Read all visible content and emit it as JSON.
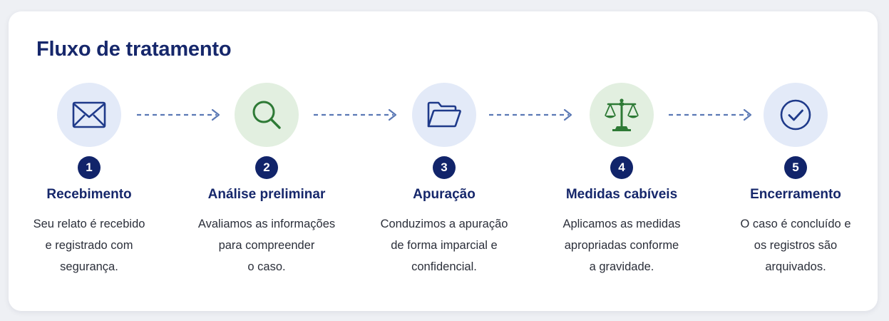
{
  "title": "Fluxo de tratamento",
  "steps": [
    {
      "number": "1",
      "title": "Recebimento",
      "icon": "envelope-icon",
      "lines": [
        "Seu relato é recebido",
        "e registrado com",
        "segurança."
      ]
    },
    {
      "number": "2",
      "title": "Análise preliminar",
      "icon": "magnifier-icon",
      "lines": [
        "Avaliamos as informações",
        "para compreender",
        "o caso."
      ]
    },
    {
      "number": "3",
      "title": "Apuração",
      "icon": "folder-icon",
      "lines": [
        "Conduzimos a apuração",
        "de forma imparcial e",
        "confidencial."
      ]
    },
    {
      "number": "4",
      "title": "Medidas cabíveis",
      "icon": "scales-icon",
      "lines": [
        "Aplicamos as medidas",
        "apropriadas conforme",
        "a gravidade."
      ]
    },
    {
      "number": "5",
      "title": "Encerramento",
      "icon": "check-circle-icon",
      "lines": [
        "O caso é concluído e",
        "os registros são",
        "arquivados."
      ]
    }
  ],
  "colors": {
    "navy": "#16276b",
    "badge": "#11246a",
    "icon_blue": "#1f3a8a",
    "icon_green": "#2e7a36",
    "circle_blue": "#e3eaf8",
    "circle_green": "#e2efe0",
    "arrow": "#5b79b5"
  }
}
